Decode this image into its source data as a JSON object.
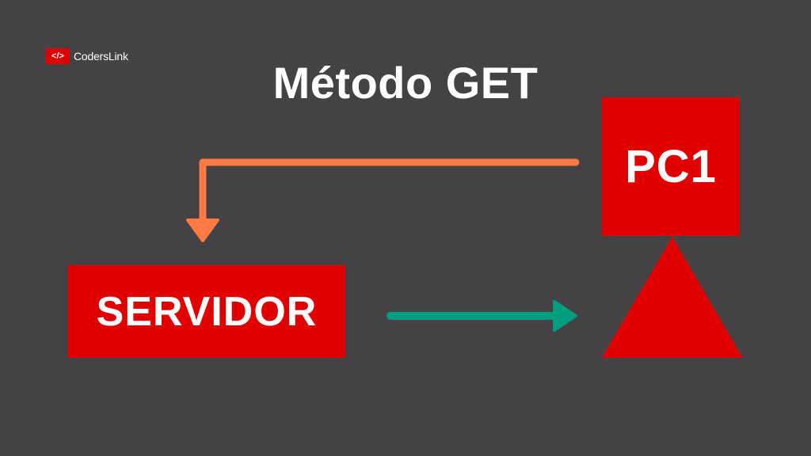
{
  "logo": {
    "badge": "</>",
    "name": "CodersLink"
  },
  "title": "Método GET",
  "nodes": {
    "server": {
      "label": "SERVIDOR"
    },
    "client": {
      "label": "PC1"
    }
  },
  "colors": {
    "background": "#444244",
    "node_fill": "#e10000",
    "request_arrow": "#ff7a45",
    "response_arrow": "#009e80",
    "text": "#ffffff"
  },
  "arrows": [
    {
      "from": "PC1",
      "to": "SERVIDOR",
      "color": "#ff7a45"
    },
    {
      "from": "SERVIDOR",
      "to": "PC1",
      "color": "#009e80"
    }
  ]
}
